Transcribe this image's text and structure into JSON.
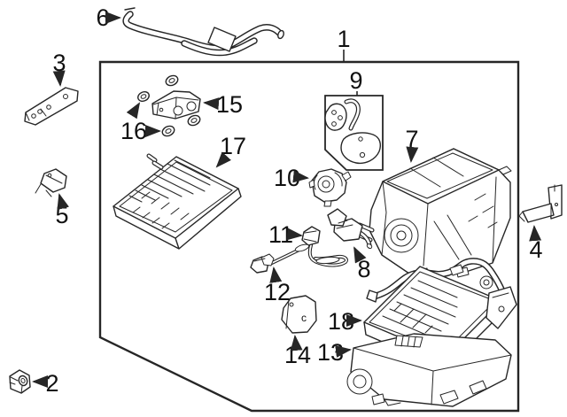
{
  "diagram": {
    "colors": {
      "line": "#262626",
      "background": "#ffffff",
      "label": "#111111"
    },
    "callouts": {
      "c1": {
        "label": "1"
      },
      "c2": {
        "label": "2"
      },
      "c3": {
        "label": "3"
      },
      "c4": {
        "label": "4"
      },
      "c5": {
        "label": "5"
      },
      "c6": {
        "label": "6"
      },
      "c7": {
        "label": "7"
      },
      "c8": {
        "label": "8"
      },
      "c9": {
        "label": "9"
      },
      "c10": {
        "label": "10"
      },
      "c11": {
        "label": "11"
      },
      "c12": {
        "label": "12"
      },
      "c13": {
        "label": "13"
      },
      "c14": {
        "label": "14"
      },
      "c15": {
        "label": "15"
      },
      "c16": {
        "label": "16"
      },
      "c17": {
        "label": "17"
      },
      "c18": {
        "label": "18"
      }
    },
    "markings": {
      "part14": "c"
    }
  }
}
